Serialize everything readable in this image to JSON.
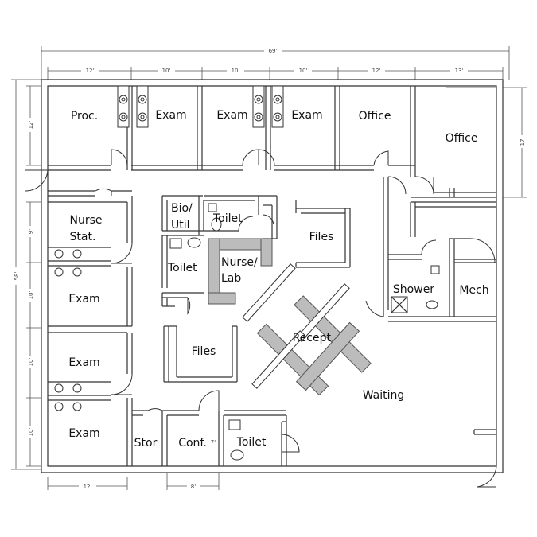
{
  "dimensions": {
    "overall_width": "69'",
    "overall_height": "58'",
    "top": [
      "12'",
      "10'",
      "10'",
      "10'",
      "12'",
      "13'"
    ],
    "left_top": "12'",
    "left_mid": [
      "9'",
      "10'",
      "10'",
      "10'"
    ],
    "right": "17'",
    "bottom_left": "12'",
    "bottom_conf": "8'",
    "conf_height": "7'"
  },
  "rooms": {
    "proc": "Proc.",
    "exam_1": "Exam",
    "exam_2": "Exam",
    "exam_3": "Exam",
    "office_1": "Office",
    "office_2": "Office",
    "nurse_stat_line1": "Nurse",
    "nurse_stat_line2": "Stat.",
    "bio_util_line1": "Bio/",
    "bio_util_line2": "Util",
    "toilet_1": "Toilet",
    "toilet_2": "Toilet",
    "toilet_3": "Toilet",
    "files_1": "Files",
    "files_2": "Files",
    "nurse_lab_line1": "Nurse/",
    "nurse_lab_line2": "Lab",
    "shower": "Shower",
    "mech": "Mech",
    "exam_left_1": "Exam",
    "exam_left_2": "Exam",
    "exam_left_3": "Exam",
    "recept": "Recept.",
    "waiting": "Waiting",
    "stor": "Stor",
    "conf": "Conf."
  }
}
